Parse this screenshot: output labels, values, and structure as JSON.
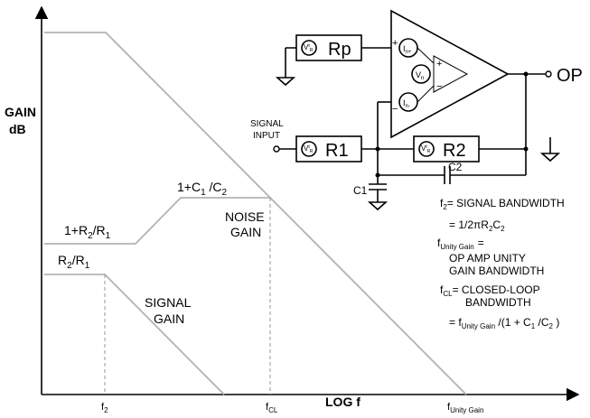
{
  "axes": {
    "y_label_line1": "GAIN",
    "y_label_line2": "dB",
    "x_label": "LOG f",
    "tick_f2": "f",
    "tick_f2_sub": "2",
    "tick_fcl": "f",
    "tick_fcl_sub": "CL",
    "tick_funity": "f",
    "tick_funity_sub": "Unity Gain"
  },
  "curves": {
    "noise_high": {
      "pre": "1+C",
      "sub1": "1",
      "mid": " /C",
      "sub2": "2"
    },
    "noise_low": {
      "pre": "1+R",
      "sub1": "2",
      "mid": "/R",
      "sub2": "1"
    },
    "signal": {
      "pre": "R",
      "sub1": "2",
      "mid": "/R",
      "sub2": "1"
    },
    "noise_gain_line1": "NOISE",
    "noise_gain_line2": "GAIN",
    "signal_gain_line1": "SIGNAL",
    "signal_gain_line2": "GAIN"
  },
  "circuit": {
    "rp": "Rp",
    "r1": "R1",
    "r2": "R2",
    "c1": "C1",
    "c2": "C2",
    "output": "OP",
    "signal_input_line1": "SIGNAL",
    "signal_input_line2": "INPUT",
    "plus": "+",
    "minus": "−",
    "vt": "V",
    "vt_sup": "t",
    "vt_sub": "R",
    "in_plus": "I",
    "in_plus_sub": "n+",
    "in_minus": "I",
    "in_minus_sub": "n-",
    "vn": "V",
    "vn_sub": "n"
  },
  "equations": {
    "f2_sym": "f",
    "f2_sub": "2",
    "f2_text": "= SIGNAL BANDWIDTH",
    "f2_eq": "= 1/2πR",
    "f2_eq_sub1": "2",
    "f2_eq_c": "C",
    "f2_eq_sub2": "2",
    "fu_sym": "f",
    "fu_sub": "Unity Gain",
    "fu_eq": "=",
    "fu_line1": "OP AMP UNITY",
    "fu_line2": "GAIN BANDWIDTH",
    "fcl_sym": "f",
    "fcl_sub": "CL",
    "fcl_line1": "= CLOSED-LOOP",
    "fcl_line2": "BANDWIDTH",
    "fcl_eq": "= f",
    "fcl_eq_sub": "Unity Gain",
    "fcl_eq_rest": " /(1 + C",
    "fcl_eq_sub1": "1",
    "fcl_eq_mid": " /C",
    "fcl_eq_sub2": "2",
    "fcl_eq_end": " )"
  }
}
